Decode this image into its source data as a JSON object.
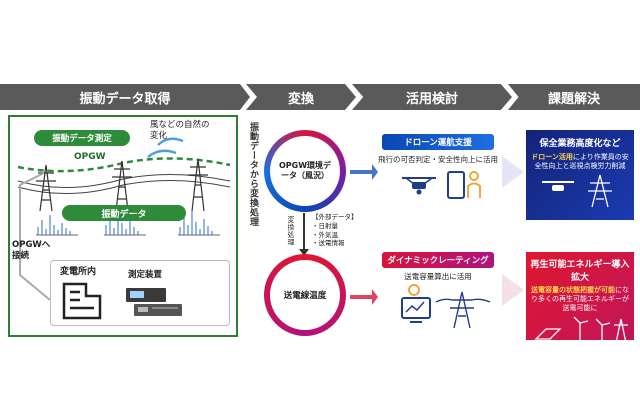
{
  "headers": [
    "振動データ取得",
    "変換",
    "活用検討",
    "課題解決"
  ],
  "left": {
    "badge_top": "振動データ測定",
    "wind_label": "風などの自然の変化",
    "opgw_label": "OPGW",
    "badge_mid": "振動データ",
    "connect_label": "OPGWへ接続",
    "substation_label": "変電所内",
    "device_label": "測定装置"
  },
  "transform": {
    "vertical_text": "振動データから変換処理",
    "circle1": "OPGW環境データ（風況）",
    "small_vertical": "変換処理",
    "external_data": [
      "【外部データ】",
      "・日射量",
      "・外気温",
      "・送電情報"
    ],
    "circle2": "送電線温度"
  },
  "usage": {
    "drone_head": "ドローン運航支援",
    "drone_caption": "飛行の可否判定・安全性向上に活用",
    "dynamic_head": "ダイナミックレーティング",
    "dynamic_caption": "送電容量算出に活用"
  },
  "solution": {
    "box1_title": "保全業務高度化など",
    "box1_text_strong": "ドローン活用",
    "box1_text": "により作業員の安全性向上と巡視点検労力削減",
    "box2_title": "再生可能エネルギー導入拡大",
    "box2_text_strong": "送電容量の状態把握が可能",
    "box2_text": "になり多くの再生可能エネルギーが送電可能に"
  },
  "colors": {
    "header": "#5a5a5a",
    "green": "#2e8b3a",
    "blue": "#0a47b5",
    "red": "#d9143c",
    "navy": "#14237a"
  }
}
